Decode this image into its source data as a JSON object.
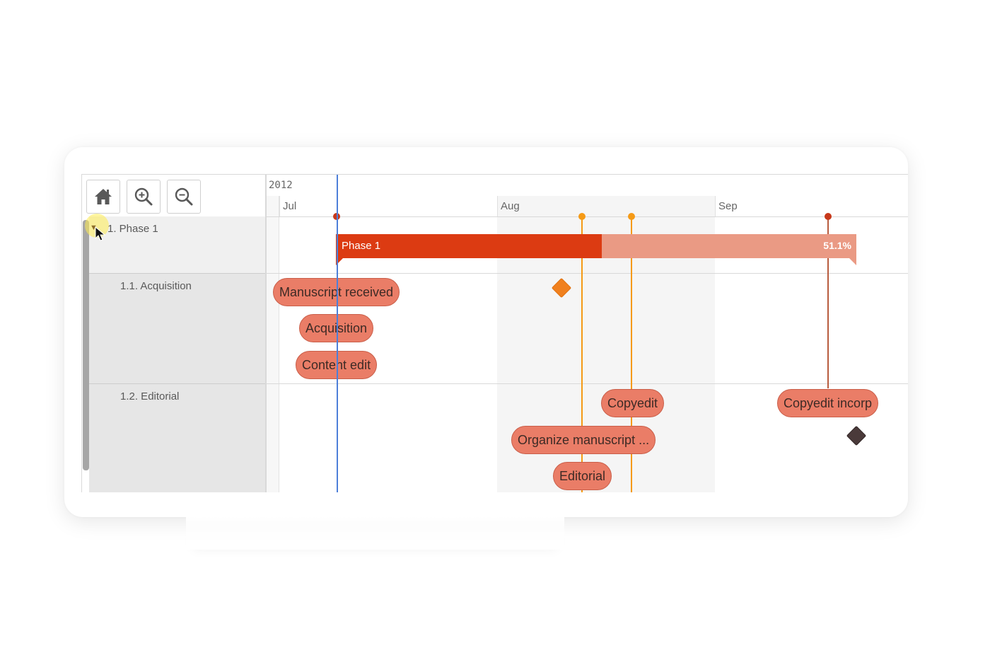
{
  "toolbar": {
    "home": {
      "icon": "home-icon"
    },
    "zoom_in": {
      "icon": "zoom-in-icon"
    },
    "zoom_out": {
      "icon": "zoom-out-icon"
    }
  },
  "rows": {
    "phase": {
      "label": "1. Phase 1"
    },
    "acquisition": {
      "label": "1.1. Acquisition"
    },
    "editorial": {
      "label": "1.2. Editorial"
    }
  },
  "timeline": {
    "year": "2012",
    "months": [
      "Jul",
      "Aug",
      "Sep"
    ]
  },
  "phase_bar": {
    "name": "Phase 1",
    "progress_label": "51.1%",
    "progress": 0.511,
    "color_done": "#dc3b12",
    "color_remaining": "#ea9a84"
  },
  "tasks": {
    "manuscript_received": "Manuscript received",
    "acquisition": "Acquisition",
    "content_edit": "Content edit",
    "copyedit": "Copyedit",
    "copyedit_incorp": "Copyedit incorp",
    "organize_manuscript": "Organize manuscript ...",
    "editorial": "Editorial"
  },
  "colors": {
    "task_fill": "#ea7d67",
    "today_line": "#4d7fd9",
    "milestone_orange": "#f59a16",
    "milestone_red": "#c7381a",
    "milestone_dark": "#4a3a3a",
    "label_panel": "#e6e6e6"
  }
}
